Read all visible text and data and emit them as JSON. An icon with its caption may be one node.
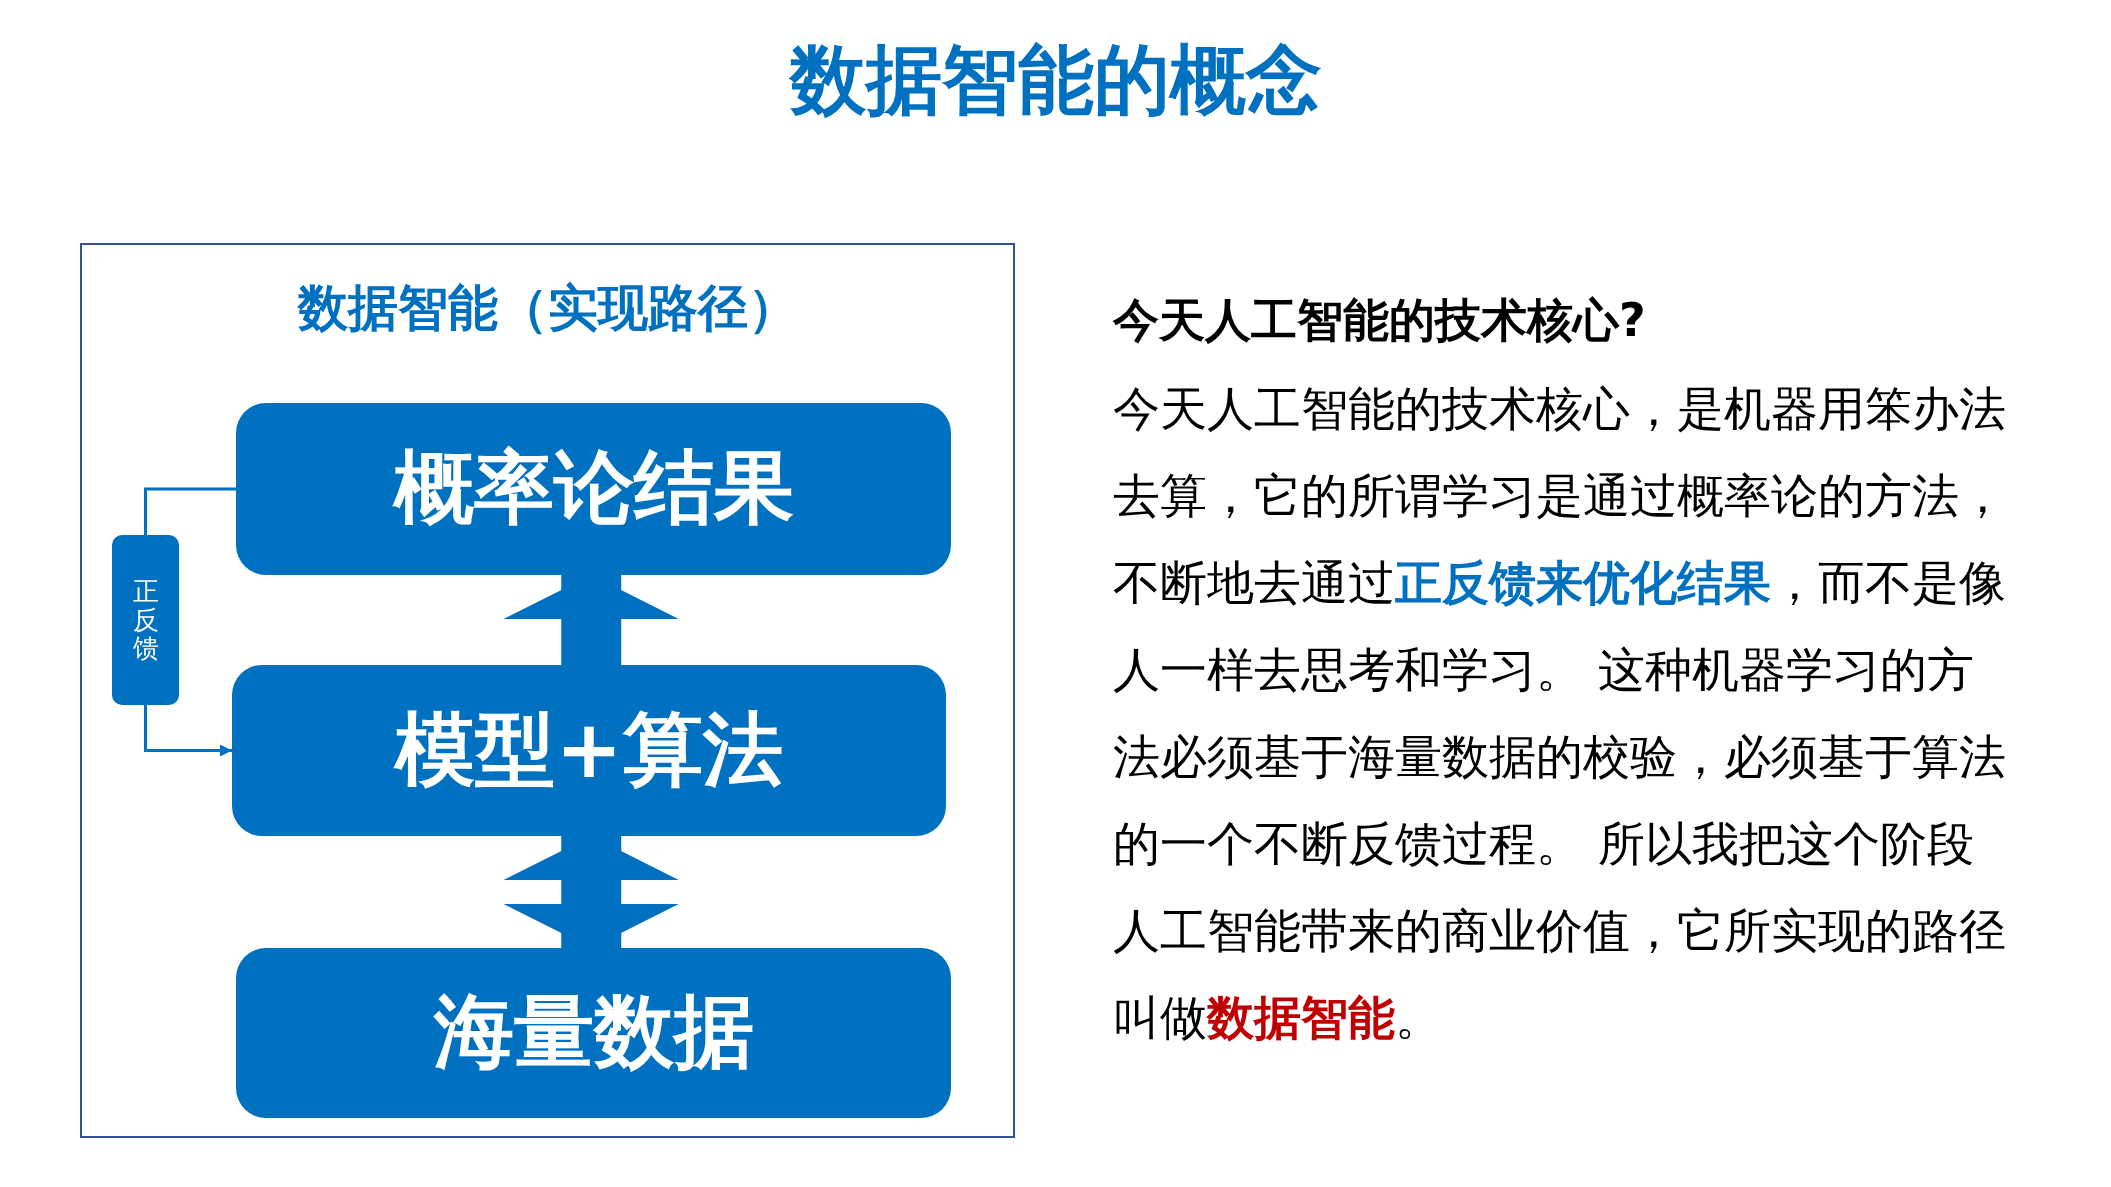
{
  "diagram": {
    "title": "数据智能的概念",
    "nodes": [
      {
        "text": [
          "数据智能（实现路径）"
        ]
      },
      {
        "text": [
          "概率论结果"
        ],
        "in": 0
      },
      {
        "text": [
          "模型+算法"
        ],
        "in": 0
      },
      {
        "text": [
          "海量数据"
        ],
        "in": 0
      },
      {
        "text": [
          "正反馈"
        ],
        "in": 0
      }
    ],
    "edges": [
      {
        "from": 1,
        "to": 4,
        "arrow": "none"
      },
      {
        "from": 4,
        "to": 2,
        "arrow": "to"
      },
      {
        "from": 2,
        "to": 1,
        "arrow": "to",
        "style": "thick"
      },
      {
        "from": 3,
        "to": 2,
        "arrow": "both",
        "style": "thick"
      }
    ],
    "labels": [
      "今天人工智能的技术核心?",
      "今天人工智能的技术核心，是机器用笨办法去算，它的所谓学习是通过概率论的方法，不断地去通过**正反馈来优化结果**，而不是像人一样去思考和学习。 这种机器学习的方法必须基于海量数据的校验，必须基于算法的一个不断反馈过程。 所以我把这个阶段人工智能带来的商业价值，它所实现的路径叫做**数据智能**。"
    ]
  }
}
